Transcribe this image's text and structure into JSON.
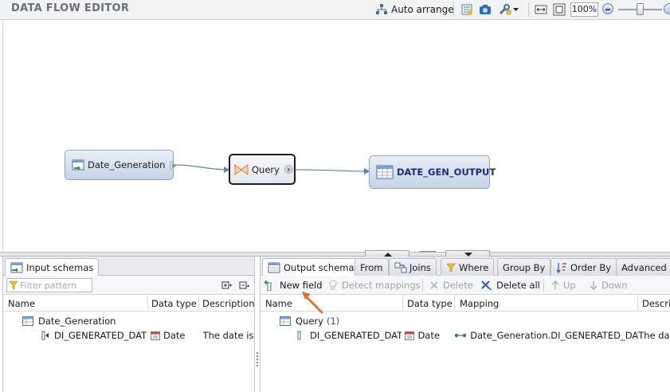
{
  "editor": {
    "title": "DATA FLOW EDITOR",
    "auto_arrange_label": "Auto arrange",
    "zoom": "100%"
  },
  "canvas": {
    "nodes": {
      "source": "Date_Generation",
      "query": "Query",
      "target": "DATE_GEN_OUTPUT"
    }
  },
  "input_panel": {
    "tab_label": "Input schemas",
    "filter_placeholder": "Filter pattern",
    "columns": [
      "Name",
      "Data type",
      "Description"
    ],
    "schema_name": "Date_Generation",
    "rows": [
      {
        "name": "DI_GENERATED_DATE",
        "type": "Date",
        "description": "The date is a"
      }
    ]
  },
  "output_panel": {
    "tabs": [
      "Output schema",
      "From",
      "Joins",
      "Where",
      "Group By",
      "Order By",
      "Advanced"
    ],
    "toolbar": {
      "new_field": "New field",
      "detect_mappings": "Detect mappings",
      "delete": "Delete",
      "delete_all": "Delete all",
      "up": "Up",
      "down": "Down"
    },
    "columns": [
      "Name",
      "Data type",
      "Mapping",
      "Descri"
    ],
    "schema_name": "Query",
    "schema_count": "(1)",
    "rows": [
      {
        "name": "DI_GENERATED_DATE",
        "type": "Date",
        "mapping": "Date_Generation.DI_GENERATED_DATE",
        "description": "The da"
      }
    ]
  },
  "colors": {
    "accent": "#e0733a",
    "node_border": "#8ea6c6",
    "target_text": "#1b2d7a"
  }
}
